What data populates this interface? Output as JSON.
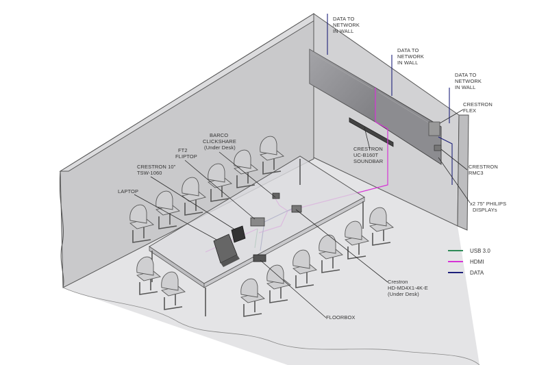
{
  "labels": {
    "data_network_1": [
      "DATA TO",
      "NETWORK",
      "IN WALL"
    ],
    "data_network_2": [
      "DATA TO",
      "NETWORK",
      "IN WALL"
    ],
    "data_network_3": [
      "DATA TO",
      "NETWORK",
      "IN WALL"
    ],
    "crestron_flex": [
      "CRESTRON",
      "FLEX"
    ],
    "crestron_rmc3": [
      "CRESTRON",
      "RMC3"
    ],
    "philips_displays": [
      "x2 75\" PHILIPS",
      "DISPLAYs"
    ],
    "soundbar": [
      "CRESTRON",
      "UC-B160T",
      "SOUNDBAR"
    ],
    "barco": [
      "BARCO",
      "CLICKSHARE",
      "(Under Desk)"
    ],
    "ft2": [
      "FT2",
      "FLIPTOP"
    ],
    "tsw": [
      "CRESTRON 10\"",
      "TSW-1060"
    ],
    "laptop": [
      "LAPTOP"
    ],
    "hdmd": [
      "Crestron",
      "HD-MD4X1-4K-E",
      "(Under Desk)"
    ],
    "floorbox": [
      "FLOORBOX"
    ]
  },
  "legend": [
    {
      "label": "USB 3.0",
      "color": "#2e8b57"
    },
    {
      "label": "HDMI",
      "color": "#d633d6"
    },
    {
      "label": "DATA",
      "color": "#1c1f7a"
    }
  ],
  "colors": {
    "usb": "#2e8b57",
    "hdmi": "#d633d6",
    "data": "#1c1f7a"
  }
}
